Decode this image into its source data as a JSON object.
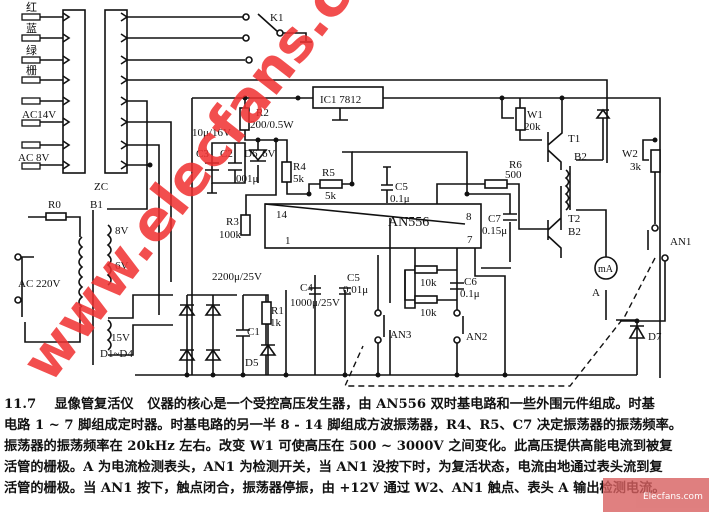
{
  "diagram": {
    "connector_left": {
      "labels": [
        "红",
        "蓝",
        "绿",
        "栅",
        "AC14V",
        "AC 8V"
      ]
    },
    "connector_zc": "ZC",
    "switch_k1": "K1",
    "regulator": "IC1  7812",
    "r2": "R2",
    "r2_value": "200/0.5W",
    "cap_10u": "10μ/16V",
    "c3": "C3",
    "c2": "C2",
    "c2_value": "001μ",
    "d6": "D6",
    "d6_value": "6V",
    "r4": "R4",
    "r4_value": "5k",
    "r5": "R5",
    "r5_value": "5k",
    "r3": "R3",
    "r3_value": "100k",
    "c5_top": "C5",
    "c5_top_value": "0.1μ",
    "ic": "AN556",
    "pin14": "14",
    "pin1": "1",
    "pin8": "8",
    "pin7": "7",
    "r6": "R6",
    "r6_value": "500",
    "c7": "C7",
    "c7_value": "0.15μ",
    "w1": "W1",
    "w1_value": "20k",
    "t1": "T1",
    "b2_top": "B2",
    "t2": "T2",
    "b2_bottom": "B2",
    "w2": "W2",
    "w2_value": "3k",
    "an1": "AN1",
    "meter": "mA",
    "meter_label": "A",
    "d7": "D7",
    "r0": "R0",
    "b1": "B1",
    "v8": "8V",
    "v6": "6V",
    "ac220": "AC 220V",
    "v15": "15V",
    "d1d4": "D1~D4",
    "cap_2200": "2200μ/25V",
    "c1": "C1",
    "r1": "R1",
    "r1_value": "1k",
    "d5": "D5",
    "c4": "C4",
    "c4_value": "1000μ/25V",
    "c5": "C5",
    "c5_value": "0.01μ",
    "an3": "AN3",
    "r10k_a": "10k",
    "r10k_b": "10k",
    "c6": "C6",
    "c6_value": "0.1μ",
    "an2": "AN2"
  },
  "watermark": "www.elecfans.com",
  "description": {
    "section": "11.7",
    "title": "显像管复活仪",
    "lines": [
      "仪器的核心是一个受控高压发生器，由 AN556 双时基电路和一些外围元件组成。时基",
      "电路 1 ~ 7 脚组成定时器。时基电路的另一半 8 - 14 脚组成方波振荡器，R4、R5、C7 决定振荡器的振荡频率。",
      "振荡器的振荡频率在 20kHz 左右。改变 W1 可使高压在 500 ~ 3000V 之间变化。此高压提供高能电流到被复",
      "活管的栅极。A 为电流检测表头，AN1 为检测开关，当 AN1 没按下时，为复活状态，电流由地通过表头流到复",
      "活管的栅极。当 AN1 按下，触点闭合，振荡器停振，由 +12V 通过 W2、AN1 触点、表头 A 输出检测电流。"
    ]
  },
  "logo_text": "Elecfans.com"
}
